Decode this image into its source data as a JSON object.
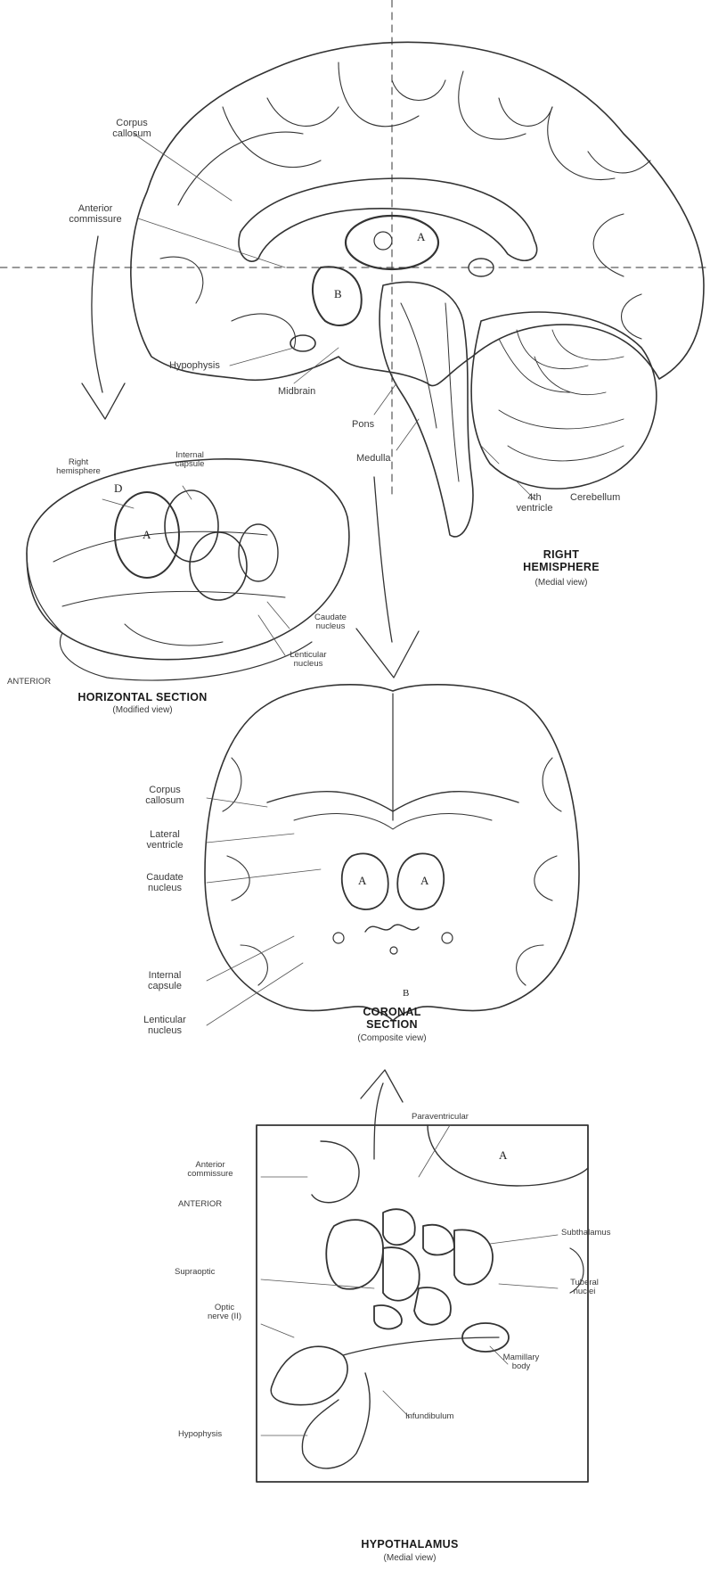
{
  "medial": {
    "title": "RIGHT\nHEMISPHERE",
    "subtitle": "(Medial view)",
    "labels": {
      "corpus_callosum": "Corpus\ncallosum",
      "anterior_commissure": "Anterior\ncommissure",
      "hypophysis": "Hypophysis",
      "midbrain": "Midbrain",
      "pons": "Pons",
      "medulla": "Medulla",
      "fourth_ventricle": "4th\nventricle",
      "cerebellum": "Cerebellum"
    },
    "letters": {
      "a": "A",
      "b": "B"
    }
  },
  "horizontal": {
    "title": "HORIZONTAL SECTION",
    "subtitle": "(Modified view)",
    "labels": {
      "right_hemisphere": "Right\nhemisphere",
      "internal_capsule": "Internal\ncapsule",
      "caudate_nucleus": "Caudate\nnucleus",
      "lenticular_nucleus": "Lenticular\nnucleus",
      "anterior": "ANTERIOR"
    },
    "letters": {
      "a": "A",
      "d": "D"
    }
  },
  "coronal": {
    "title": "CORONAL\nSECTION",
    "subtitle": "(Composite view)",
    "labels": {
      "corpus_callosum": "Corpus\ncallosum",
      "lateral_ventricle": "Lateral\nventricle",
      "caudate_nucleus": "Caudate\nnucleus",
      "internal_capsule": "Internal\ncapsule",
      "lenticular_nucleus": "Lenticular\nnucleus"
    },
    "letters": {
      "a_left": "A",
      "a_right": "A",
      "b": "B"
    }
  },
  "hypothalamus": {
    "title": "HYPOTHALAMUS",
    "subtitle": "(Medial view)",
    "labels": {
      "paraventricular": "Paraventricular",
      "anterior_commissure": "Anterior\ncommissure",
      "anterior": "ANTERIOR",
      "subthalamus": "Subthalamus",
      "supraoptic": "Supraoptic",
      "tuberal_nuclei": "Tuberal\nnuclei",
      "optic_nerve": "Optic\nnerve (II)",
      "mamillary_body": "Mamillary\nbody",
      "infundibulum": "Infundibulum",
      "hypophysis": "Hypophysis"
    },
    "letters": {
      "a": "A"
    }
  }
}
